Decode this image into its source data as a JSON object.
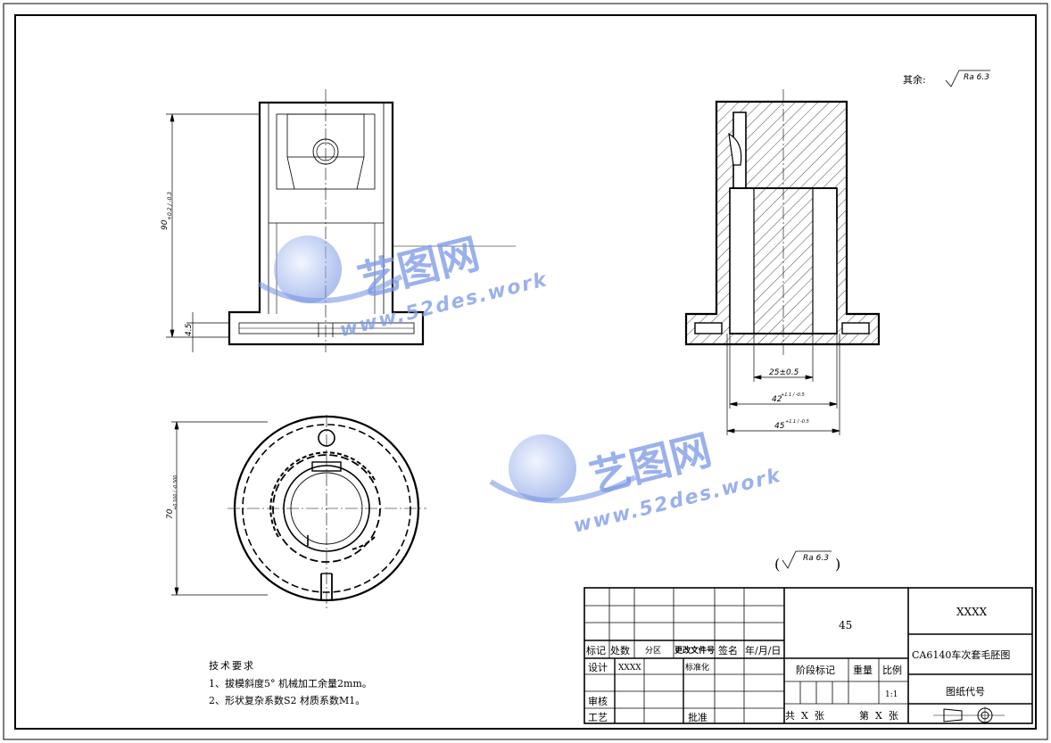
{
  "roughness_other": {
    "label": "其余:",
    "value": "Ra 6.3"
  },
  "roughness_note": {
    "value": "Ra 6.3"
  },
  "dimensions": {
    "height": "90",
    "height_tol": "+0.2 / -0.3",
    "flange": "4.5",
    "inner_dia": "25±0.5",
    "dia_42": "42",
    "dia_42_tol": "+1.1 / -0.5",
    "dia_45": "45",
    "dia_45_tol": "+1.1 / -0.5",
    "outer_dia": "70",
    "outer_dia_tol": "+0.100 / -0.500"
  },
  "watermark": {
    "cn": "艺图网",
    "url": "www.52des.work"
  },
  "tech_req": {
    "title": "技术要求",
    "line1": "1、拔模斜度5° 机械加工余量2mm。",
    "line2": "2、形状复杂系数S2 材质系数M1。"
  },
  "title_block": {
    "material": "45",
    "company": "XXXX",
    "drawing_name": "CA6140车次套毛胚图",
    "drawing_code": "图纸代号",
    "stage_mark": "阶段标记",
    "weight": "重量",
    "scale_label": "比例",
    "scale_value": "1:1",
    "sheets_total": "共  X  张",
    "sheet_no": "第  X  张",
    "mark": "标记",
    "count": "处数",
    "zone": "分区",
    "change_doc": "更改文件号",
    "sign": "签名",
    "date": "年/月/日",
    "design": "设计",
    "designer": "XXXX",
    "standardize": "标准化",
    "review": "审核",
    "process": "工艺",
    "approve": "批准"
  }
}
